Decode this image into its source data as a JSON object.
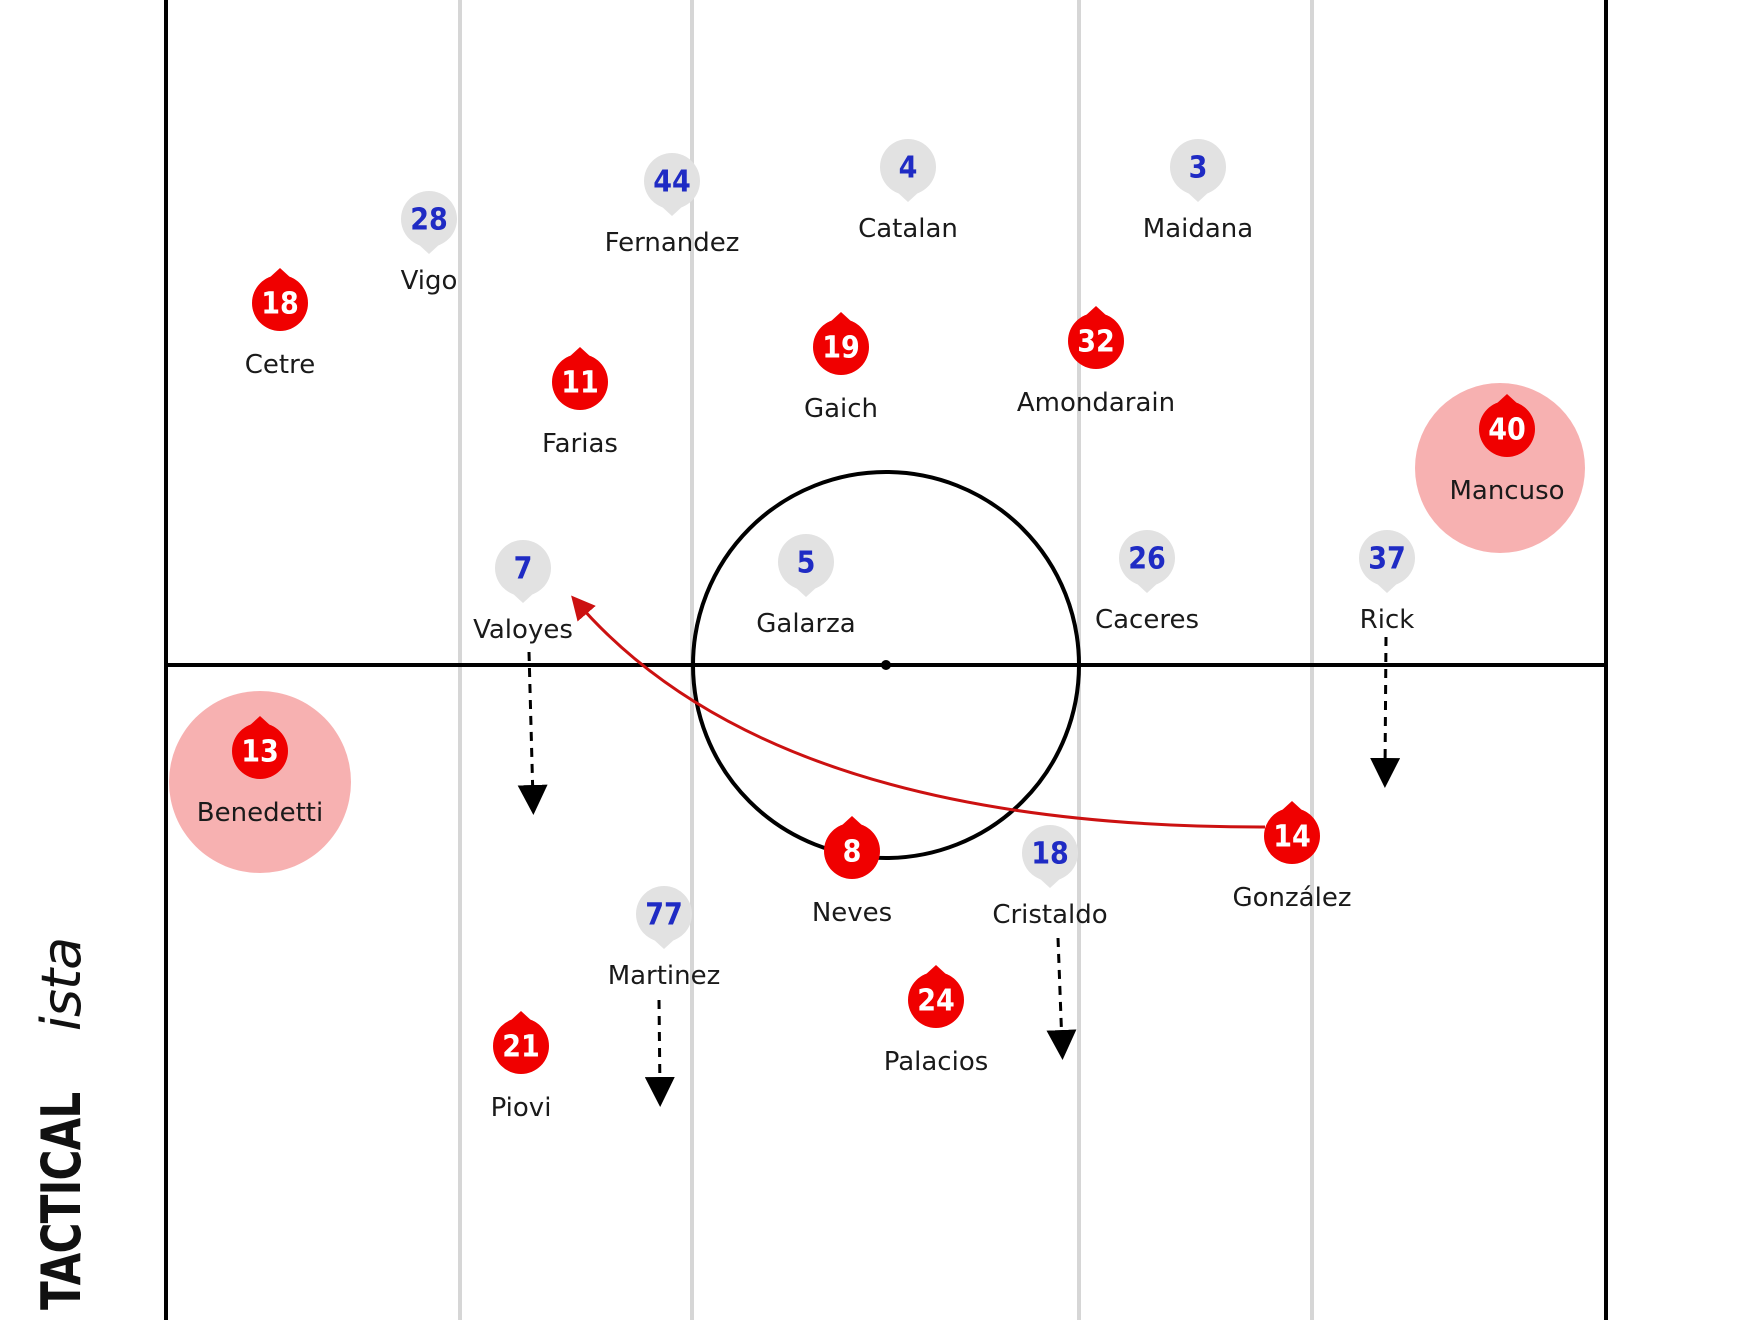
{
  "brand": {
    "bold": "TACTICAL",
    "italic": "ista"
  },
  "colors": {
    "home": "#f00000",
    "away_bg": "#e2e2e2",
    "away_text": "#1f2bc4",
    "highlight": "#f7b1b1",
    "pass": "#cc1111",
    "lines": "#000000",
    "lanes": "#d6d6d6"
  },
  "players": [
    {
      "team": "away",
      "number": "28",
      "name": "Vigo"
    },
    {
      "team": "away",
      "number": "44",
      "name": "Fernandez"
    },
    {
      "team": "away",
      "number": "4",
      "name": "Catalan"
    },
    {
      "team": "away",
      "number": "3",
      "name": "Maidana"
    },
    {
      "team": "home",
      "number": "18",
      "name": "Cetre"
    },
    {
      "team": "home",
      "number": "11",
      "name": "Farias"
    },
    {
      "team": "home",
      "number": "19",
      "name": "Gaich"
    },
    {
      "team": "home",
      "number": "32",
      "name": "Amondarain"
    },
    {
      "team": "home",
      "number": "40",
      "name": "Mancuso",
      "highlight": true
    },
    {
      "team": "away",
      "number": "7",
      "name": "Valoyes"
    },
    {
      "team": "away",
      "number": "5",
      "name": "Galarza"
    },
    {
      "team": "away",
      "number": "26",
      "name": "Caceres"
    },
    {
      "team": "away",
      "number": "37",
      "name": "Rick"
    },
    {
      "team": "home",
      "number": "13",
      "name": "Benedetti",
      "highlight": true
    },
    {
      "team": "home",
      "number": "8",
      "name": "Neves"
    },
    {
      "team": "away",
      "number": "18",
      "name": "Cristaldo"
    },
    {
      "team": "home",
      "number": "14",
      "name": "González"
    },
    {
      "team": "away",
      "number": "77",
      "name": "Martinez"
    },
    {
      "team": "home",
      "number": "24",
      "name": "Palacios"
    },
    {
      "team": "home",
      "number": "21",
      "name": "Piovi"
    }
  ]
}
